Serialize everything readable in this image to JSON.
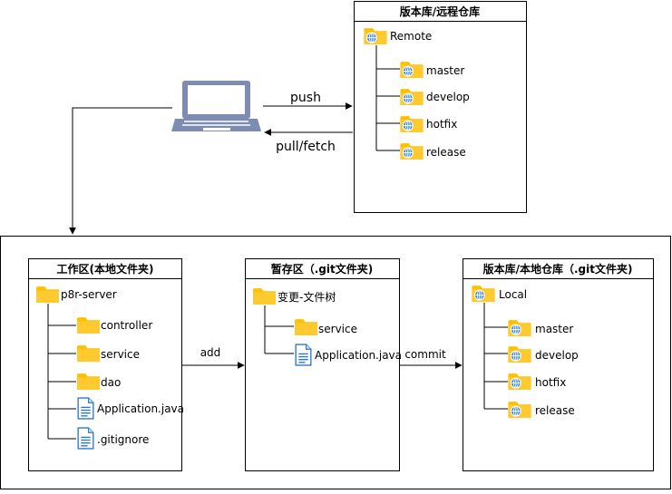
{
  "remote_repo": {
    "title": "版本库/远程仓库",
    "root": "Remote",
    "branches": [
      "master",
      "develop",
      "hotfix",
      "release"
    ]
  },
  "arrows": {
    "push": "push",
    "pull": "pull/fetch",
    "add": "add",
    "commit": "commit"
  },
  "workspace": {
    "title": "工作区(本地文件夹)",
    "root": "p8r-server",
    "items": [
      "controller",
      "service",
      "dao",
      "Application.java",
      ".gitignore"
    ]
  },
  "staging": {
    "title": "暂存区（.git文件夹)",
    "root": "变更-文件树",
    "items": [
      "service",
      "Application.java"
    ]
  },
  "local_repo": {
    "title": "版本库/本地仓库（.git文件夹)",
    "root": "Local",
    "branches": [
      "master",
      "develop",
      "hotfix",
      "release"
    ]
  },
  "colors": {
    "folder": "#FFC000",
    "folder_dark": "#E6A800",
    "globe": "#3C8DDE",
    "file": "#2B78D4",
    "laptop": "#7D8CB3"
  }
}
